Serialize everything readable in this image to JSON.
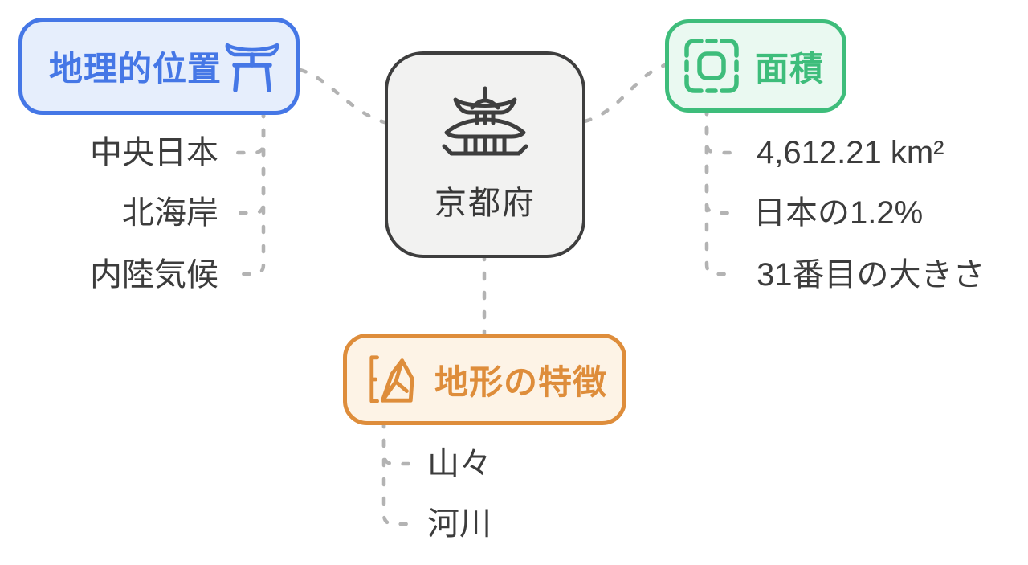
{
  "diagram": {
    "center": {
      "label": "京都府",
      "icon": "pagoda-icon"
    },
    "branches": [
      {
        "id": "location",
        "label": "地理的位置",
        "icon": "torii-gate-icon",
        "accent_color": "#4577E6",
        "bg_color": "#E6EEFC",
        "children": [
          "中央日本",
          "北海岸",
          "内陸気候"
        ]
      },
      {
        "id": "area",
        "label": "面積",
        "icon": "area-selection-icon",
        "accent_color": "#3EBD7B",
        "bg_color": "#EAF9F1",
        "children": [
          "4,612.21 km²",
          "日本の1.2%",
          "31番目の大きさ"
        ]
      },
      {
        "id": "terrain",
        "label": "地形の特徴",
        "icon": "mountain-icon",
        "accent_color": "#DE8D3B",
        "bg_color": "#FDF3E6",
        "children": [
          "山々",
          "河川"
        ]
      }
    ],
    "colors": {
      "center_border": "#3E3E3E",
      "center_bg": "#F2F2F1",
      "connector": "#B3B3B3",
      "child_text": "#3C3C3C"
    }
  }
}
